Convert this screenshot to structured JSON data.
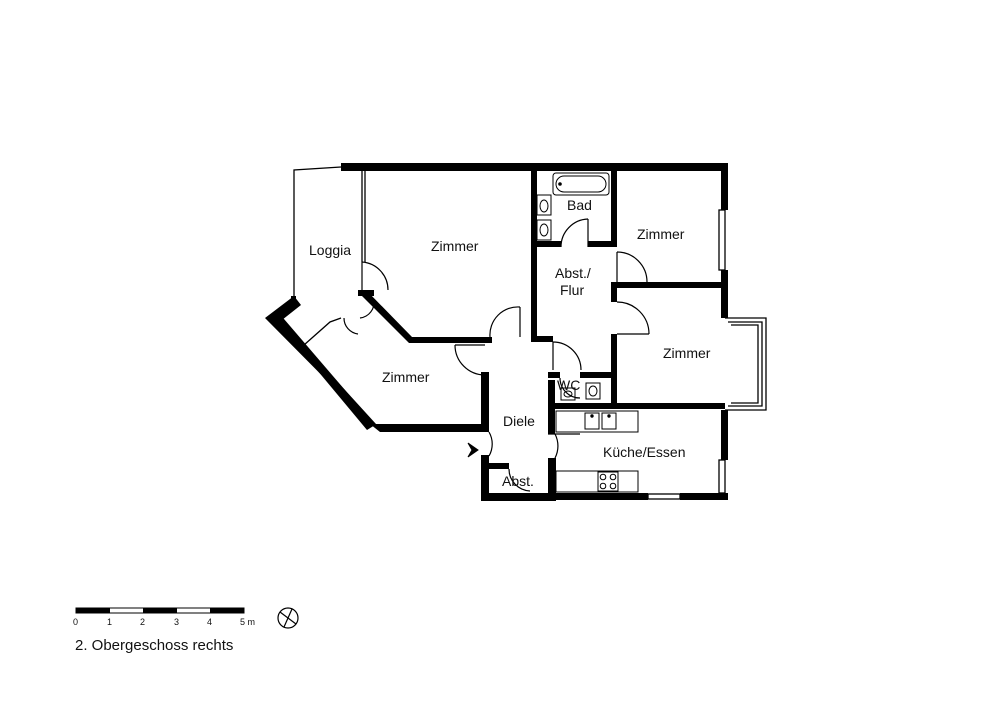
{
  "rooms": {
    "loggia": "Loggia",
    "zimmer_large": "Zimmer",
    "bad": "Bad",
    "zimmer_top_right": "Zimmer",
    "abst_flur_line1": "Abst./",
    "abst_flur_line2": "Flur",
    "zimmer_right": "Zimmer",
    "zimmer_bottom": "Zimmer",
    "wc": "WC",
    "diele": "Diele",
    "kueche": "Küche/Essen",
    "abst": "Abst."
  },
  "scale_bar": {
    "ticks": [
      "0",
      "1",
      "2",
      "3",
      "4",
      "5 m"
    ]
  },
  "caption": "2. Obergeschoss rechts",
  "colors": {
    "wall": "#000000",
    "thin_line": "#000000",
    "background": "#ffffff"
  }
}
